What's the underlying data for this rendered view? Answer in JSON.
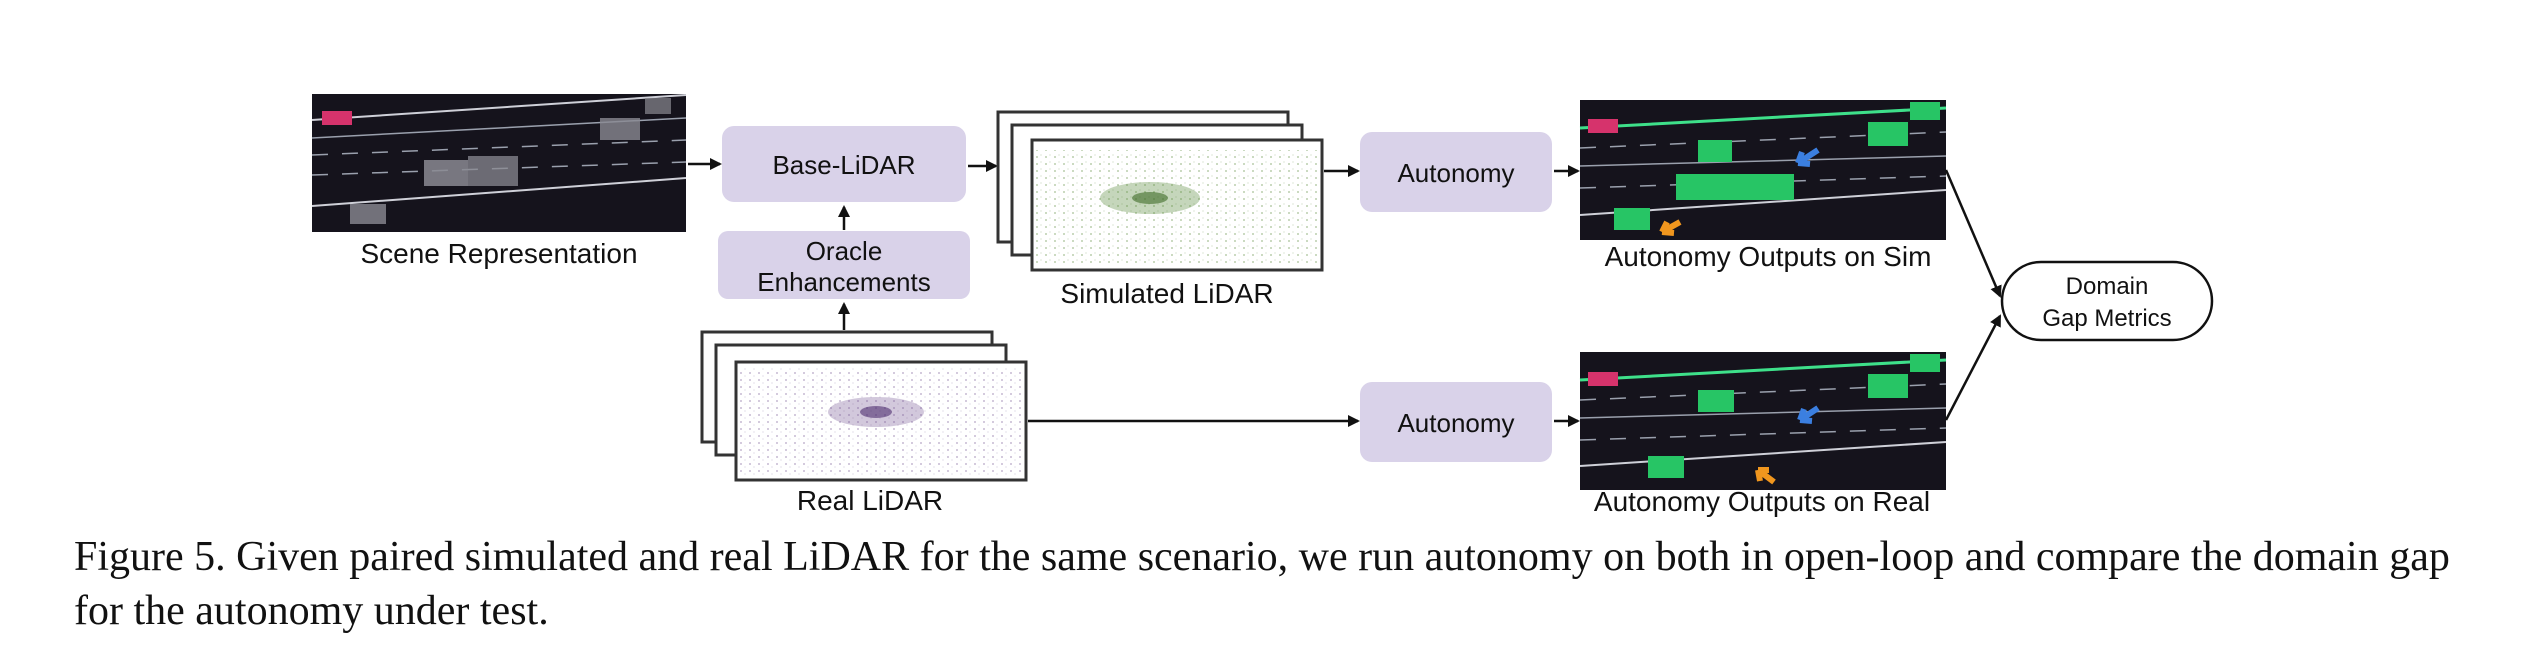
{
  "diagram": {
    "labels": {
      "scene": "Scene Representation",
      "base_lidar": "Base-LiDAR",
      "oracle_line1": "Oracle",
      "oracle_line2": "Enhancements",
      "simulated_lidar": "Simulated LiDAR",
      "real_lidar": "Real LiDAR",
      "autonomy_top": "Autonomy",
      "autonomy_bottom": "Autonomy",
      "outputs_sim": "Autonomy Outputs on Sim",
      "outputs_real": "Autonomy Outputs on Real",
      "domain_line1": "Domain",
      "domain_line2": "Gap Metrics"
    },
    "colors": {
      "box_fill": "#d9d2e9",
      "scene_bg": "#15131c",
      "detection_green": "#27c565",
      "arrow_blue": "#3b7fe0",
      "arrow_orange": "#f0961e",
      "ego_pink": "#d6336c",
      "sim_points": "#5a8a3c",
      "real_points": "#6a4a8a"
    }
  },
  "caption": {
    "text": "Figure 5. Given paired simulated and real LiDAR for the same scenario, we run autonomy on both in open-loop and compare the domain gap for the autonomy under test."
  }
}
